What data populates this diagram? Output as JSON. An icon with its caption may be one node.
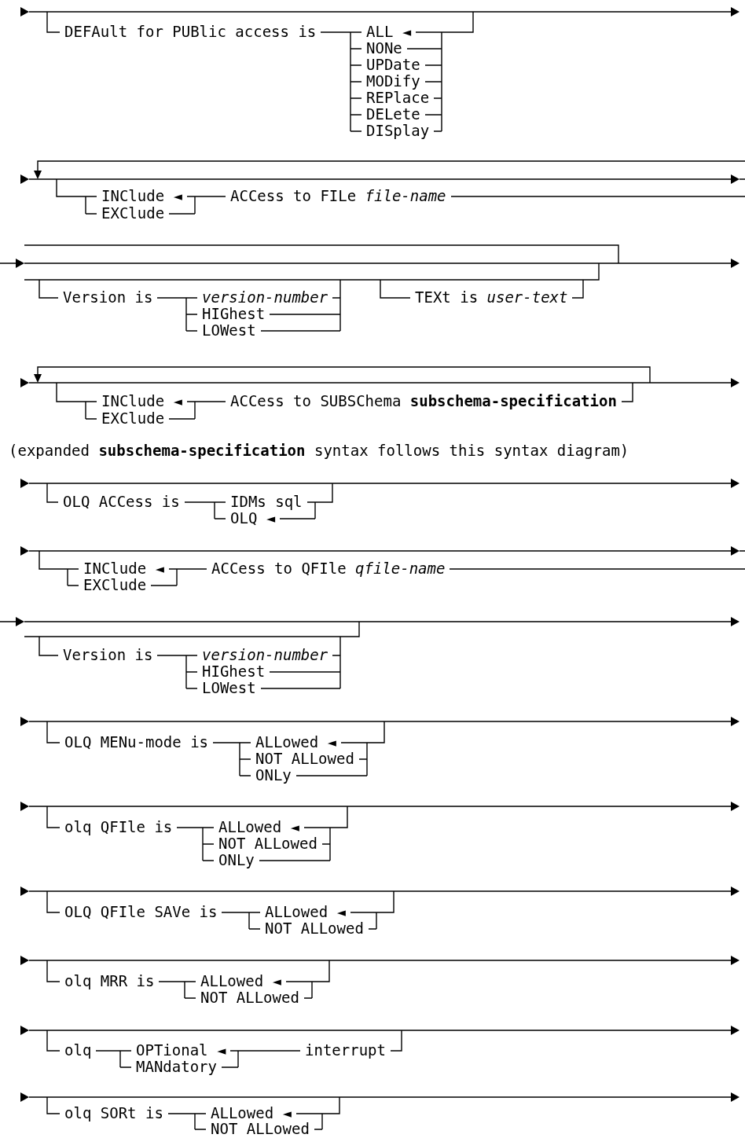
{
  "diagram": {
    "labels": [
      "DEFAult for PUBlic access is",
      "ALL ◄",
      "NONe",
      "UPDate",
      "MODify",
      "REPlace",
      "DELete",
      "DISplay",
      "INClude ◄",
      "EXClude",
      "ACCess to FILe *file-name*",
      "Version is",
      "version-number",
      "TEXt is *user-text*",
      "HIGhest",
      "LOWest",
      "INClude ◄",
      "EXClude",
      "ACCess to SUBSChema **subschema-specification**",
      "(expanded **subschema-specification** syntax follows this syntax diagram)",
      "OLQ ACCess is",
      "IDMs sql",
      "OLQ ◄",
      "INClude ◄",
      "EXClude",
      "ACCess to QFIle *qfile-name*",
      "Version is",
      "version-number",
      "HIGhest",
      "LOWest",
      "OLQ MENu-mode is",
      "ALLowed ◄",
      "NOT ALLowed",
      "ONLy",
      "olq QFIle is",
      "ALLowed ◄",
      "NOT ALLowed",
      "ONLy",
      "OLQ QFIle SAVe is",
      "ALLowed ◄",
      "NOT ALLowed",
      "olq MRR is",
      "ALLowed ◄",
      "NOT ALLowed",
      "olq",
      "OPTional ◄",
      "MANdatory",
      "interrupt",
      "olq SORt is",
      "ALLowed ◄",
      "NOT ALLowed"
    ]
  }
}
